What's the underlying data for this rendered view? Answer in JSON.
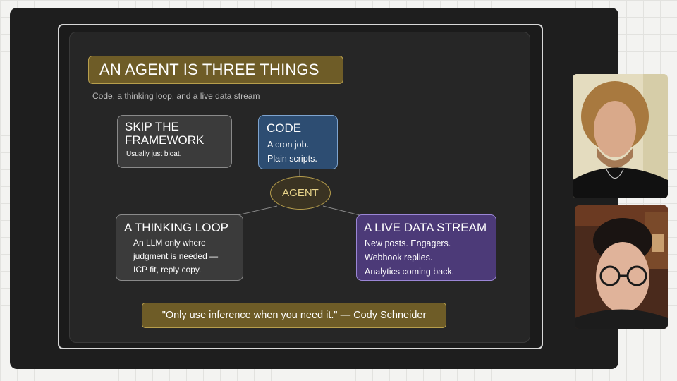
{
  "slide": {
    "title": "AN AGENT IS THREE THINGS",
    "subtitle": "Code, a thinking loop, and a live data stream",
    "boxes": {
      "skip_framework": {
        "head": "SKIP THE FRAMEWORK",
        "body": "Usually just bloat."
      },
      "code": {
        "head": "CODE",
        "body_lines": [
          "A cron job.",
          "Plain scripts."
        ]
      },
      "thinking_loop": {
        "head": "A THINKING LOOP",
        "body_lines": [
          "An LLM only where",
          "judgment is needed —",
          "ICP fit, reply copy."
        ]
      },
      "live_data_stream": {
        "head": "A LIVE DATA STREAM",
        "body_lines": [
          "New posts. Engagers.",
          "Webhook replies.",
          "Analytics coming back."
        ]
      }
    },
    "center_node": "AGENT",
    "quote": "\"Only use inference when you need it.\" — Cody Schneider"
  },
  "colors": {
    "title_fill": "#6e5c27",
    "gold_border": "#b79e4c",
    "code_fill": "#2d4d72",
    "stream_fill": "#4c3a78",
    "stage_bg": "#1e1e1e"
  },
  "participants": [
    {
      "icon": "participant-video-icon"
    },
    {
      "icon": "participant-video-icon"
    }
  ]
}
